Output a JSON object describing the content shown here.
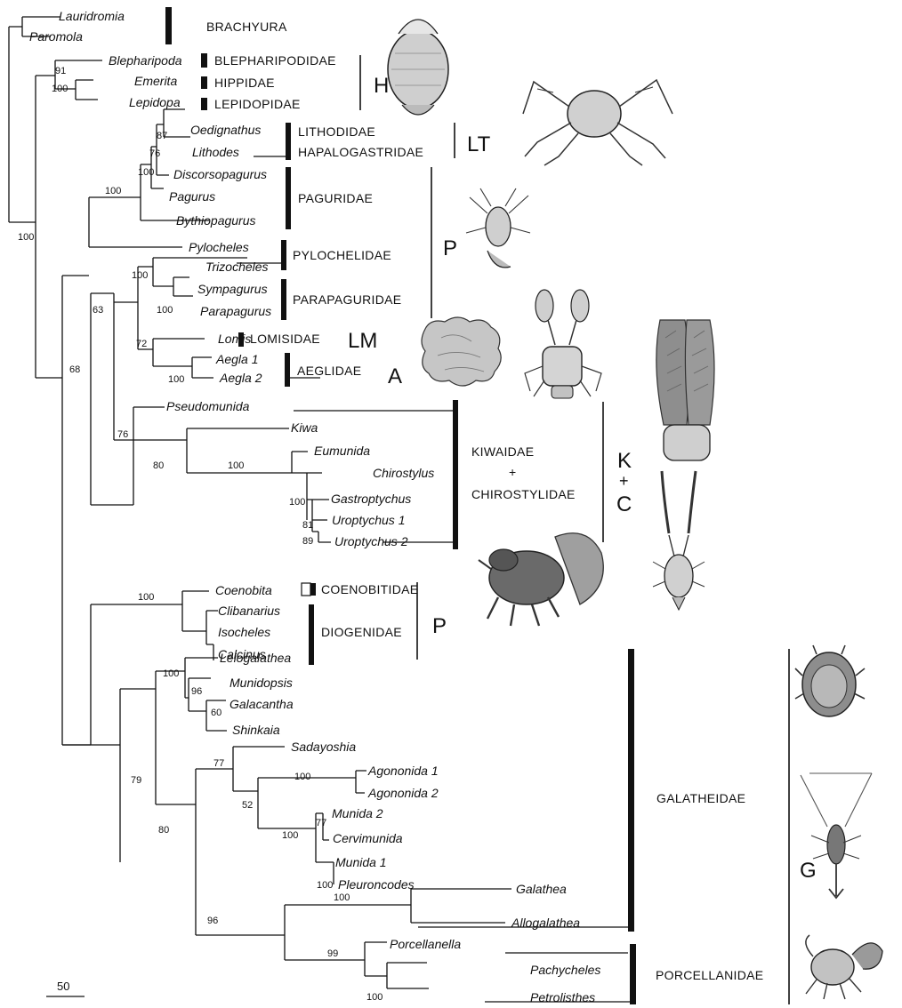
{
  "tree": {
    "tips": [
      {
        "id": "lauridromia",
        "label": "Lauridromia"
      },
      {
        "id": "paromola",
        "label": "Paromola"
      },
      {
        "id": "blepharipoda",
        "label": "Blepharipoda"
      },
      {
        "id": "emerita",
        "label": "Emerita"
      },
      {
        "id": "lepidopa",
        "label": "Lepidopa"
      },
      {
        "id": "oedignathus",
        "label": "Oedignathus"
      },
      {
        "id": "lithodes",
        "label": "Lithodes"
      },
      {
        "id": "discorsopagurus",
        "label": "Discorsopagurus"
      },
      {
        "id": "pagurus",
        "label": "Pagurus"
      },
      {
        "id": "bythiopagurus",
        "label": "Bythiopagurus"
      },
      {
        "id": "pylocheles",
        "label": "Pylocheles"
      },
      {
        "id": "trizocheles",
        "label": "Trizocheles"
      },
      {
        "id": "sympagurus",
        "label": "Sympagurus"
      },
      {
        "id": "parapagurus",
        "label": "Parapagurus"
      },
      {
        "id": "lomis",
        "label": "Lomis"
      },
      {
        "id": "aegla1",
        "label": "Aegla 1"
      },
      {
        "id": "aegla2",
        "label": "Aegla 2"
      },
      {
        "id": "pseudomunida",
        "label": "Pseudomunida"
      },
      {
        "id": "kiwa",
        "label": "Kiwa"
      },
      {
        "id": "eumunida",
        "label": "Eumunida"
      },
      {
        "id": "chirostylus",
        "label": "Chirostylus"
      },
      {
        "id": "gastroptychus",
        "label": "Gastroptychus"
      },
      {
        "id": "uroptychus1",
        "label": "Uroptychus 1"
      },
      {
        "id": "uroptychus2",
        "label": "Uroptychus 2"
      },
      {
        "id": "coenobita",
        "label": "Coenobita"
      },
      {
        "id": "clibanarius",
        "label": "Clibanarius"
      },
      {
        "id": "isocheles",
        "label": "Isocheles"
      },
      {
        "id": "calcinus",
        "label": "Calcinus"
      },
      {
        "id": "leiogalathea",
        "label": "Leiogalathea"
      },
      {
        "id": "munidopsis",
        "label": "Munidopsis"
      },
      {
        "id": "galacantha",
        "label": "Galacantha"
      },
      {
        "id": "shinkaia",
        "label": "Shinkaia"
      },
      {
        "id": "sadayoshia",
        "label": "Sadayoshia"
      },
      {
        "id": "agononida1",
        "label": "Agononida 1"
      },
      {
        "id": "agononida2",
        "label": "Agononida 2"
      },
      {
        "id": "munida2",
        "label": "Munida 2"
      },
      {
        "id": "cervimunida",
        "label": "Cervimunida"
      },
      {
        "id": "munida1",
        "label": "Munida 1"
      },
      {
        "id": "pleuroncodes",
        "label": "Pleuroncodes"
      },
      {
        "id": "galathea",
        "label": "Galathea"
      },
      {
        "id": "allogalathea",
        "label": "Allogalathea"
      },
      {
        "id": "porcellanella",
        "label": "Porcellanella"
      },
      {
        "id": "pachycheles",
        "label": "Pachycheles"
      },
      {
        "id": "petrolisthes",
        "label": "Petrolisthes"
      }
    ],
    "support_values": {
      "root": "100",
      "hippoidea": "91",
      "emerita_lepidopa": "100",
      "lithodidae": "87",
      "lithodes_clade": "76",
      "paguridae_lt": "100",
      "paguridae": "100",
      "parapaguridae_clade": "100",
      "sympagurus_parapagurus": "100",
      "lomis_aegla": "72",
      "aegla": "100",
      "parapag_lomis": "63",
      "anomura_core": "68",
      "kiwa_chiro": "76",
      "kiwa_branch": "80",
      "chirostylidae": "100",
      "chirostylus_group": "100",
      "uroptychus_group": "81",
      "uroptychus": "89",
      "diogenidae": "100",
      "galatheoidea": "79",
      "munidopsinae": "100",
      "munidopsis_group": "96",
      "galacantha_shinkaia": "60",
      "galatheinae": "80",
      "munidinae": "77",
      "agononida_munida": "52",
      "agononida": "100",
      "munida_group": "100",
      "munida2_cervimunida": "77",
      "munida1_pleuroncodes": "100",
      "galathea_porcell": "96",
      "galathea_allogalathea": "100",
      "porcellanidae": "99",
      "pachy_petro": "100"
    }
  },
  "families": {
    "brachyura": "BRACHYURA",
    "blepharipodidae": "BLEPHARIPODIDAE",
    "hippidae": "HIPPIDAE",
    "lepidopidae": "LEPIDOPIDAE",
    "lithodidae": "LITHODIDAE",
    "hapalogastridae": "HAPALOGASTRIDAE",
    "paguridae": "PAGURIDAE",
    "pylochelidae": "PYLOCHELIDAE",
    "parapaguridae": "PARAPAGURIDAE",
    "lomisidae": "LOMISIDAE",
    "aeglidae": "AEGLIDAE",
    "kiwaidae": "KIWAIDAE",
    "plus": "+",
    "chirostylidae": "CHIROSTYLIDAE",
    "coenobitidae": "COENOBITIDAE",
    "diogenidae": "DIOGENIDAE",
    "galatheidae": "GALATHEIDAE",
    "porcellanidae": "PORCELLANIDAE"
  },
  "groups": {
    "h": "H",
    "lt": "LT",
    "p1": "P",
    "lm": "LM",
    "a": "A",
    "k": "K",
    "kc_plus": "+",
    "c": "C",
    "p2": "P",
    "g": "G"
  },
  "scale_bar": {
    "label": "50"
  },
  "illustrations": [
    "hippid-crab-illustration",
    "king-crab-illustration",
    "hermit-crab-illustration",
    "hairy-stone-crab-illustration",
    "aeglid-crab-illustration",
    "yeti-crab-claws-illustration",
    "squat-lobster-illustration",
    "coconut-crab-illustration",
    "spiny-galatheid-illustration",
    "long-arm-squat-lobster-illustration",
    "porcelain-crab-illustration"
  ]
}
